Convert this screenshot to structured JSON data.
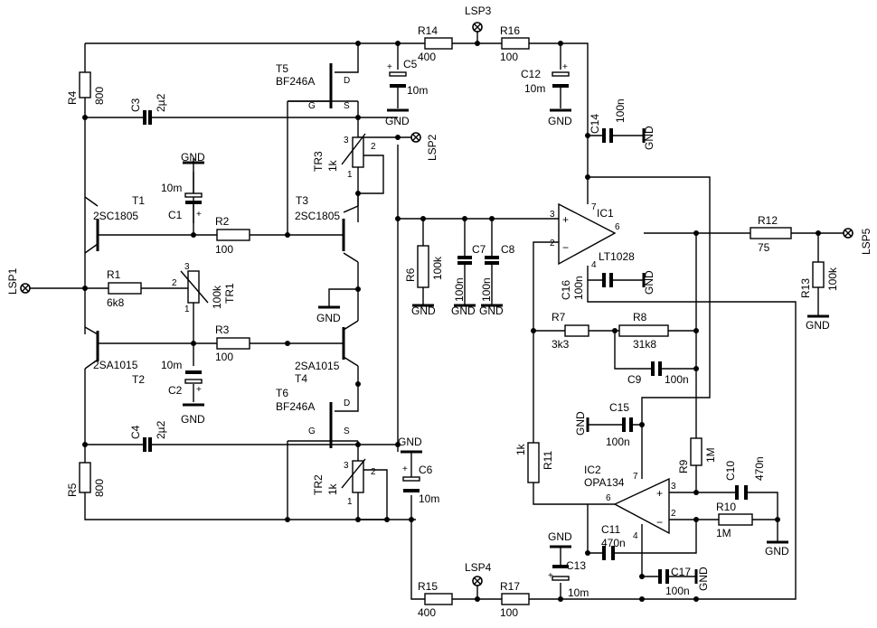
{
  "components": {
    "R1": {
      "ref": "R1",
      "value": "6k8"
    },
    "R2": {
      "ref": "R2",
      "value": "100"
    },
    "R3": {
      "ref": "R3",
      "value": "100"
    },
    "R4": {
      "ref": "R4",
      "value": "800"
    },
    "R5": {
      "ref": "R5",
      "value": "800"
    },
    "R6": {
      "ref": "R6",
      "value": "100k"
    },
    "R7": {
      "ref": "R7",
      "value": "3k3"
    },
    "R8": {
      "ref": "R8",
      "value": "31k8"
    },
    "R9": {
      "ref": "R9",
      "value": "1M"
    },
    "R10": {
      "ref": "R10",
      "value": "1M"
    },
    "R11": {
      "ref": "R11",
      "value": "1k"
    },
    "R12": {
      "ref": "R12",
      "value": "75"
    },
    "R13": {
      "ref": "R13",
      "value": "100k"
    },
    "R14": {
      "ref": "R14",
      "value": "400"
    },
    "R15": {
      "ref": "R15",
      "value": "400"
    },
    "R16": {
      "ref": "R16",
      "value": "100"
    },
    "R17": {
      "ref": "R17",
      "value": "100"
    },
    "C1": {
      "ref": "C1",
      "value": "10m"
    },
    "C2": {
      "ref": "C2",
      "value": "10m"
    },
    "C3": {
      "ref": "C3",
      "value": "2µ2"
    },
    "C4": {
      "ref": "C4",
      "value": "2µ2"
    },
    "C5": {
      "ref": "C5",
      "value": "10m"
    },
    "C6": {
      "ref": "C6",
      "value": "10m"
    },
    "C7": {
      "ref": "C7",
      "value": "100n"
    },
    "C8": {
      "ref": "C8",
      "value": "100n"
    },
    "C9": {
      "ref": "C9",
      "value": "100n"
    },
    "C10": {
      "ref": "C10",
      "value": "470n"
    },
    "C11": {
      "ref": "C11",
      "value": "470n"
    },
    "C12": {
      "ref": "C12",
      "value": "10m"
    },
    "C13": {
      "ref": "C13",
      "value": "10m"
    },
    "C14": {
      "ref": "C14",
      "value": "100n"
    },
    "C15": {
      "ref": "C15",
      "value": "100n"
    },
    "C16": {
      "ref": "C16",
      "value": "100n"
    },
    "C17": {
      "ref": "C17",
      "value": "100n"
    },
    "T1": {
      "ref": "T1",
      "part": "2SC1805"
    },
    "T2": {
      "ref": "T2",
      "part": "2SA1015"
    },
    "T3": {
      "ref": "T3",
      "part": "2SC1805"
    },
    "T4": {
      "ref": "T4",
      "part": "2SA1015"
    },
    "T5": {
      "ref": "T5",
      "part": "BF246A"
    },
    "T6": {
      "ref": "T6",
      "part": "BF246A"
    },
    "TR1": {
      "ref": "TR1",
      "value": "100k"
    },
    "TR2": {
      "ref": "TR2",
      "value": "1k"
    },
    "TR3": {
      "ref": "TR3",
      "value": "1k"
    },
    "IC1": {
      "ref": "IC1",
      "part": "LT1028"
    },
    "IC2": {
      "ref": "IC2",
      "part": "OPA134"
    }
  },
  "ports": {
    "lsp1": "LSP1",
    "lsp2": "LSP2",
    "lsp3": "LSP3",
    "lsp4": "LSP4",
    "lsp5": "LSP5"
  },
  "labels": {
    "gnd": "GND",
    "jfet_d": "D",
    "jfet_g": "G",
    "jfet_s": "S"
  },
  "pins": {
    "p1": "1",
    "p2": "2",
    "p3": "3",
    "p4": "4",
    "p6": "6",
    "p7": "7",
    "plus": "+",
    "minus": "−"
  }
}
